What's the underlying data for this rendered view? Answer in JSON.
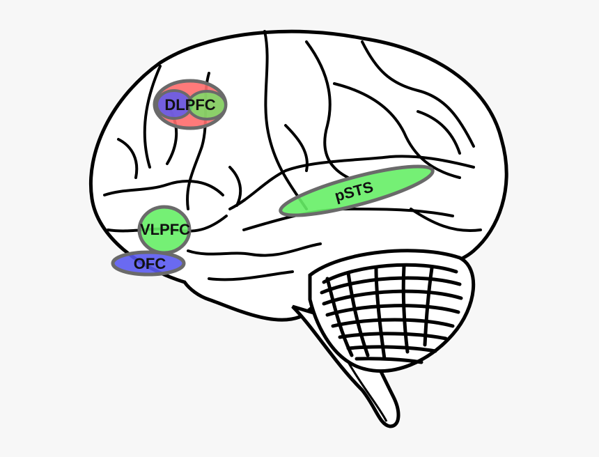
{
  "diagram": {
    "regions": [
      {
        "id": "dlpfc",
        "label": "DLPFC"
      },
      {
        "id": "vlpfc",
        "label": "VLPFC"
      },
      {
        "id": "ofc",
        "label": "OFC"
      },
      {
        "id": "psts",
        "label": "pSTS"
      }
    ],
    "colors": {
      "background": "#f7f7f7",
      "brain_fill": "#ffffff",
      "outline": "#000000",
      "highlight_red": "#ff6b6b",
      "highlight_green": "#66ee66",
      "highlight_blue": "#5a5af0",
      "highlight_border": "#6a6a6a"
    }
  }
}
